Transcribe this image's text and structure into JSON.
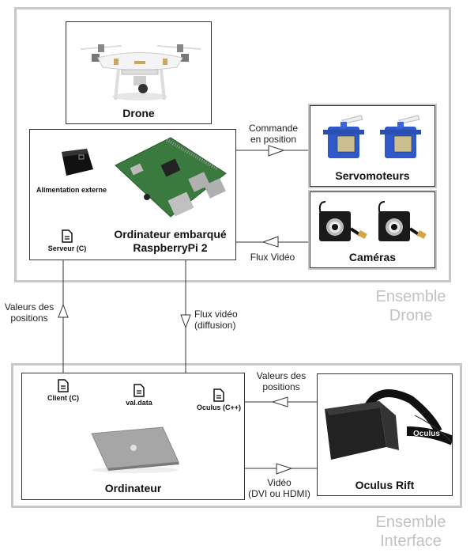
{
  "groups": {
    "drone": {
      "label_line1": "Ensemble",
      "label_line2": "Drone"
    },
    "interface": {
      "label_line1": "Ensemble",
      "label_line2": "Interface"
    }
  },
  "boxes": {
    "drone": {
      "title": "Drone",
      "image": "quadcopter-drone"
    },
    "onboard": {
      "title_line1": "Ordinateur embarqué",
      "title_line2": "RaspberryPi 2",
      "power_label": "Alimentation externe",
      "server_file": "Serveur (C)",
      "image": "raspberry-pi-board"
    },
    "servos": {
      "title": "Servomoteurs",
      "image": "servo-motors"
    },
    "cameras": {
      "title": "Caméras",
      "image": "usb-cameras"
    },
    "computer": {
      "title": "Ordinateur",
      "files": [
        "Client (C)",
        "val.data",
        "Oculus (C++)"
      ],
      "image": "laptop"
    },
    "oculus": {
      "title": "Oculus Rift",
      "image": "vr-headset",
      "strap_text": "Oculus"
    }
  },
  "arrows": {
    "command": {
      "line1": "Commande",
      "line2": "en position"
    },
    "video_in": {
      "line1": "Flux Vidéo"
    },
    "positions_up": {
      "line1": "Valeurs des",
      "line2": "positions"
    },
    "video_stream": {
      "line1": "Flux vidéo",
      "line2": "(diffusion)"
    },
    "positions_oculus": {
      "line1": "Valeurs des",
      "line2": "positions"
    },
    "video_out": {
      "line1": "Vidéo",
      "line2": "(DVI ou HDMI)"
    }
  }
}
